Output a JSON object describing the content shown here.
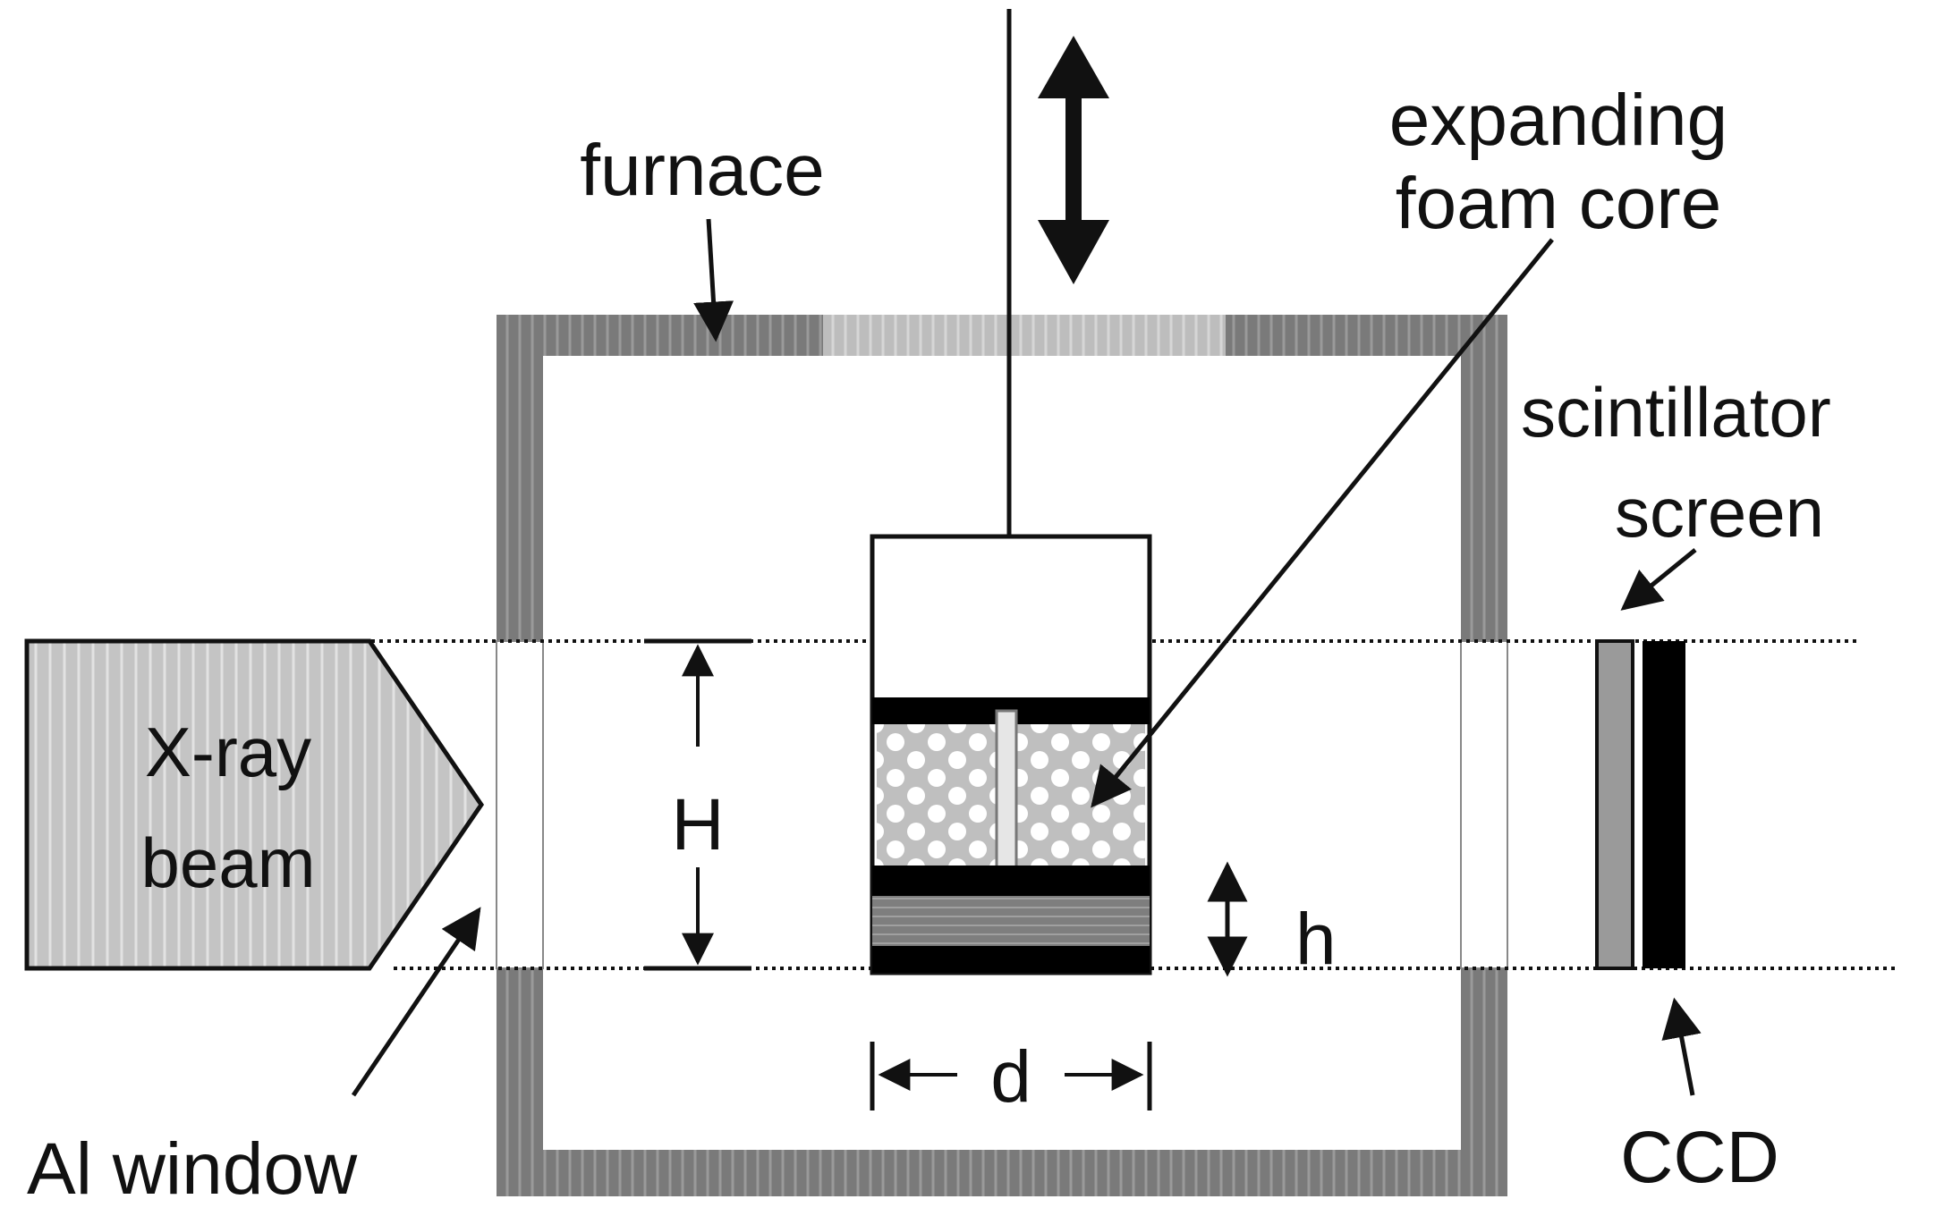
{
  "labels": {
    "furnace": "furnace",
    "foam_line1": "expanding",
    "foam_line2": "foam core",
    "scint_line1": "scintillator",
    "scint_line2": "screen",
    "xray_line1": "X-ray",
    "xray_line2": "beam",
    "H": "H",
    "h": "h",
    "d": "d",
    "al_window": "Al window",
    "ccd": "CCD"
  },
  "colors": {
    "furnace_wall": "#7a7a7a",
    "furnace_window": "#bdbdbd",
    "beam_fill": "#c4c4c4",
    "foam_fill": "#d9d9d9",
    "base_fill": "#808080",
    "screen_fill": "#9a9a9a",
    "ccd_fill": "#000000",
    "ink": "#111111"
  }
}
